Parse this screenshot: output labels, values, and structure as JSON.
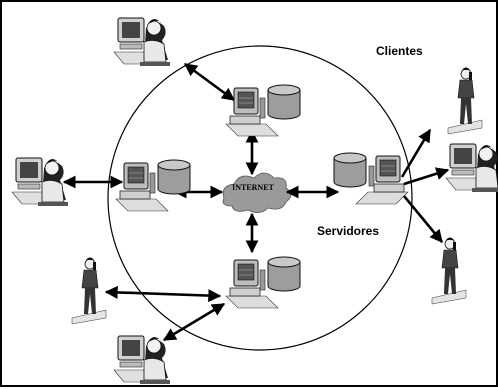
{
  "labels": {
    "clients": "Clientes",
    "servers": "Servidores",
    "internet": "INTERNET"
  },
  "icons": {
    "client_desktop": "person-at-desktop-computer-icon",
    "client_phone": "person-on-phone-icon",
    "server": "server-computer-with-database-icon",
    "cloud": "internet-cloud-icon"
  },
  "colors": {
    "line": "#000000",
    "cloud": "#9a9a9a",
    "background": "#ffffff"
  }
}
